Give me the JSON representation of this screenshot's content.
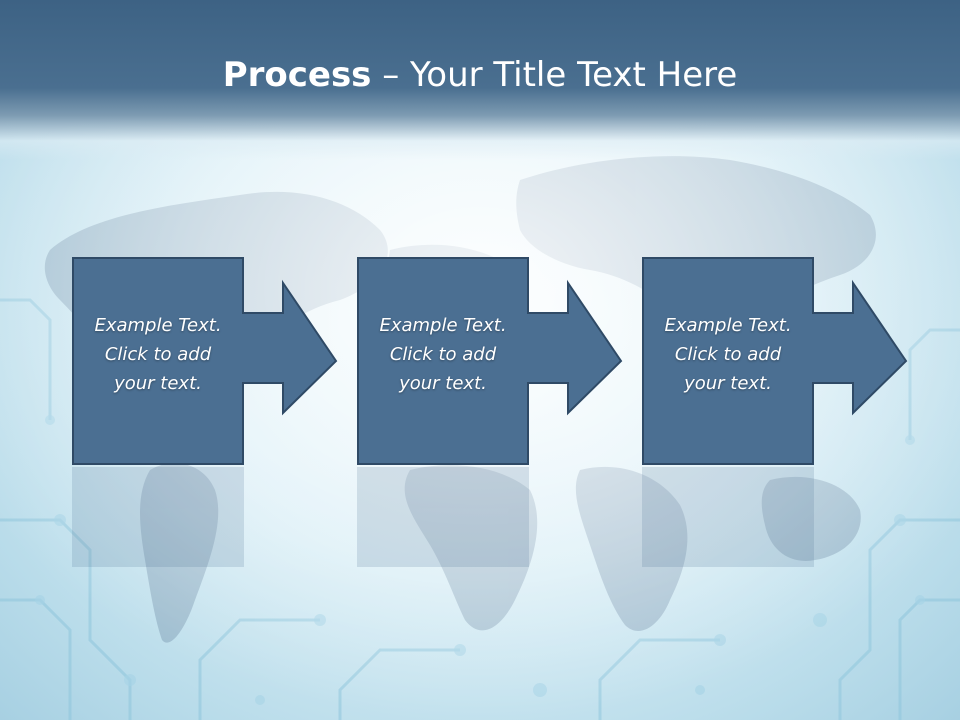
{
  "slide": {
    "title_bold": "Process",
    "title_rest": " – Your Title Text Here"
  },
  "process_steps": [
    {
      "lines": [
        "Example Text.",
        "Click  to add",
        "your text."
      ]
    },
    {
      "lines": [
        "Example Text.",
        "Click  to add",
        "your text."
      ]
    },
    {
      "lines": [
        "Example Text.",
        "Click  to add",
        "your text."
      ]
    }
  ],
  "colors": {
    "header": "#46698b",
    "box_fill": "#4b6f92",
    "box_border": "#2f4a66",
    "text": "#ffffff"
  },
  "icons": {
    "background": "world-map-circuit-background"
  }
}
